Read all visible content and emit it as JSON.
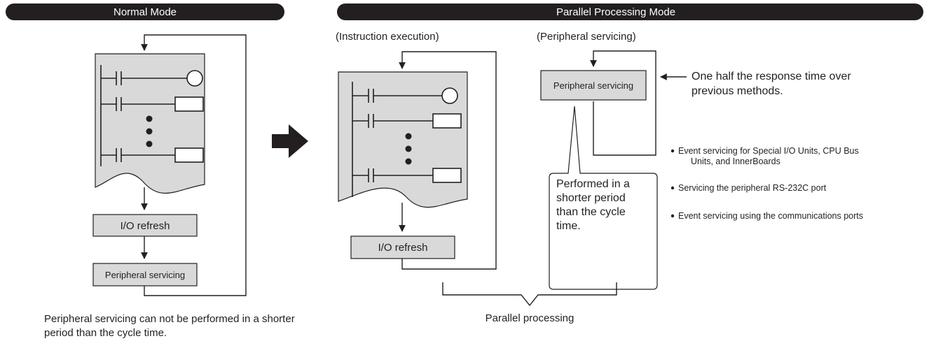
{
  "headers": {
    "normal_mode": "Normal Mode",
    "parallel_mode": "Parallel Processing Mode"
  },
  "normal": {
    "io_refresh": "I/O refresh",
    "peripheral_servicing": "Peripheral servicing",
    "caption": [
      "Peripheral servicing can not be performed in a shorter",
      "period than the cycle time."
    ]
  },
  "parallel": {
    "instruction_execution": "(Instruction execution)",
    "peripheral_servicing_title": "(Peripheral servicing)",
    "io_refresh": "I/O refresh",
    "peripheral_servicing": "Peripheral servicing",
    "callout": [
      "Performed in a",
      "shorter period",
      "than the cycle",
      "time."
    ],
    "response_note": [
      "One half the response time over",
      "previous methods."
    ],
    "brace_label": "Parallel processing",
    "bullets": [
      [
        "Event servicing for Special I/O Units, CPU Bus",
        "Units, and InnerBoards"
      ],
      [
        "Servicing the peripheral RS-232C port"
      ],
      [
        "Event servicing using the communications ports"
      ]
    ]
  },
  "colors": {
    "header_fill": "#231f20",
    "box_fill": "#d9d9d9",
    "page_fill": "#d9d9d9",
    "line": "#231f20"
  }
}
